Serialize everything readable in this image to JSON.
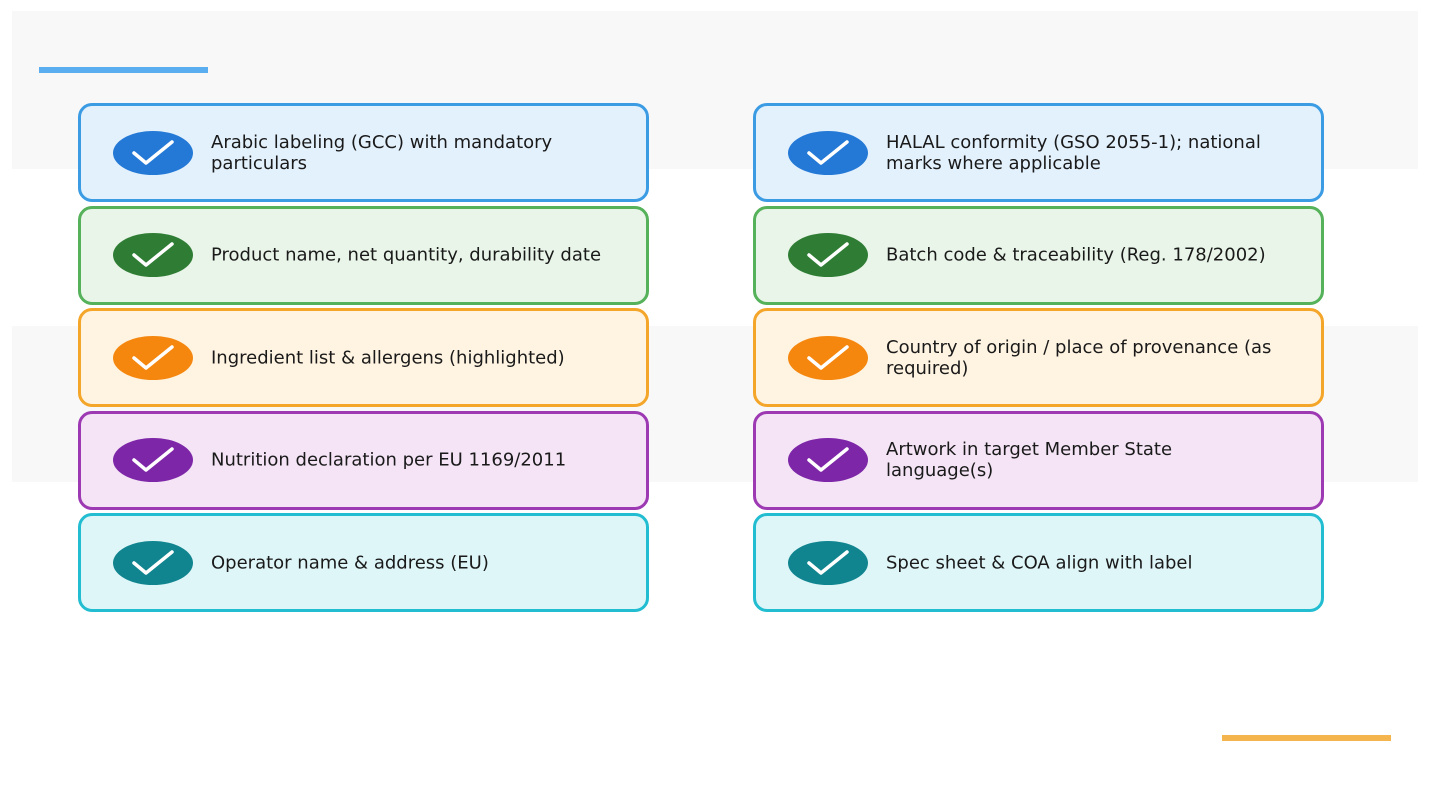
{
  "left_column": [
    {
      "text": "Arabic labeling (GCC) with mandatory particulars",
      "color": "blue"
    },
    {
      "text": "Product name, net quantity, durability date",
      "color": "green"
    },
    {
      "text": "Ingredient list & allergens (highlighted)",
      "color": "orange"
    },
    {
      "text": "Nutrition declaration per EU 1169/2011",
      "color": "purple"
    },
    {
      "text": "Operator name & address (EU)",
      "color": "cyan"
    }
  ],
  "right_column": [
    {
      "text": "HALAL conformity (GSO 2055-1); national marks where applicable",
      "color": "blue"
    },
    {
      "text": "Batch code & traceability (Reg. 178/2002)",
      "color": "green"
    },
    {
      "text": "Country of origin / place of provenance (as required)",
      "color": "orange"
    },
    {
      "text": "Artwork in target Member State language(s)",
      "color": "purple"
    },
    {
      "text": "Spec sheet & COA align with label",
      "color": "cyan"
    }
  ],
  "colors": {
    "blue": "#2479d6",
    "green": "#2f7d34",
    "orange": "#f5870f",
    "purple": "#7d26a7",
    "cyan": "#10858f",
    "accent_top": "#5aaeef",
    "accent_bottom": "#f4b54e"
  },
  "icons": {
    "check": "check-icon"
  }
}
